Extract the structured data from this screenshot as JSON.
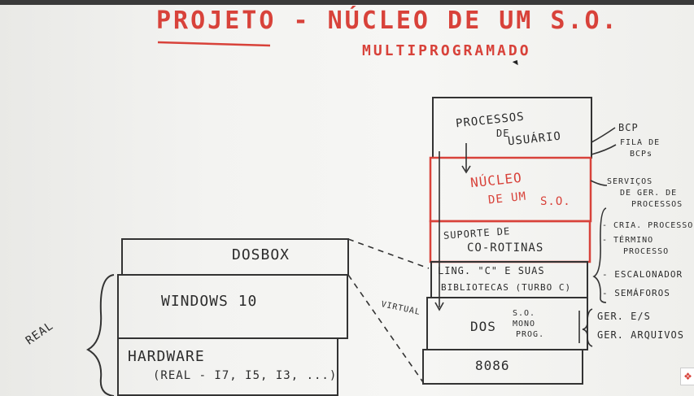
{
  "title": "PROJETO",
  "title_rest": "- NÚCLEO DE UM S.O.",
  "subtitle": "MULTIPROGRAMADO",
  "left_stack": {
    "layer1": "DOSBOX",
    "layer2": "WINDOWS 10",
    "layer3_line1": "HARDWARE",
    "layer3_line2": "(REAL - I7, I5, I3, ...)",
    "side_label": "REAL"
  },
  "virtual_label": "VIRTUAL",
  "right_stack": {
    "processos_line1": "PROCESSOS",
    "processos_line2": "DE",
    "processos_line3": "USUÁRIO",
    "nucleo_line1": "NÚCLEO",
    "nucleo_line2": "DE UM",
    "nucleo_line3": "S.O.",
    "suporte_line1": "SUPORTE DE",
    "suporte_line2": "CO-ROTINAS",
    "ling_line1": "LING. \"C\" E SUAS",
    "ling_line2": "BIBLIOTECAS (TURBO C)",
    "dos_main": "DOS",
    "dos_note1": "S.O.",
    "dos_note2": "MONO",
    "dos_note3": "PROG.",
    "cpu": "8086"
  },
  "annotations": {
    "bcp": "BCP",
    "fila_line1": "FILA DE",
    "fila_line2": "BCPs",
    "servicos_line1": "SERVIÇOS",
    "servicos_line2": "DE GER. DE",
    "servicos_line3": "PROCESSOS",
    "bullet1_line1": "- CRIA. PROCESSO",
    "bullet2_line1": "- TÉRMINO",
    "bullet2_line2": "PROCESSO",
    "bullet3": "- ESCALONADOR",
    "bullet4": "- SEMÁFOROS",
    "ger_es": "GER. E/S",
    "ger_arquivos": "GER. ARQUIVOS"
  }
}
